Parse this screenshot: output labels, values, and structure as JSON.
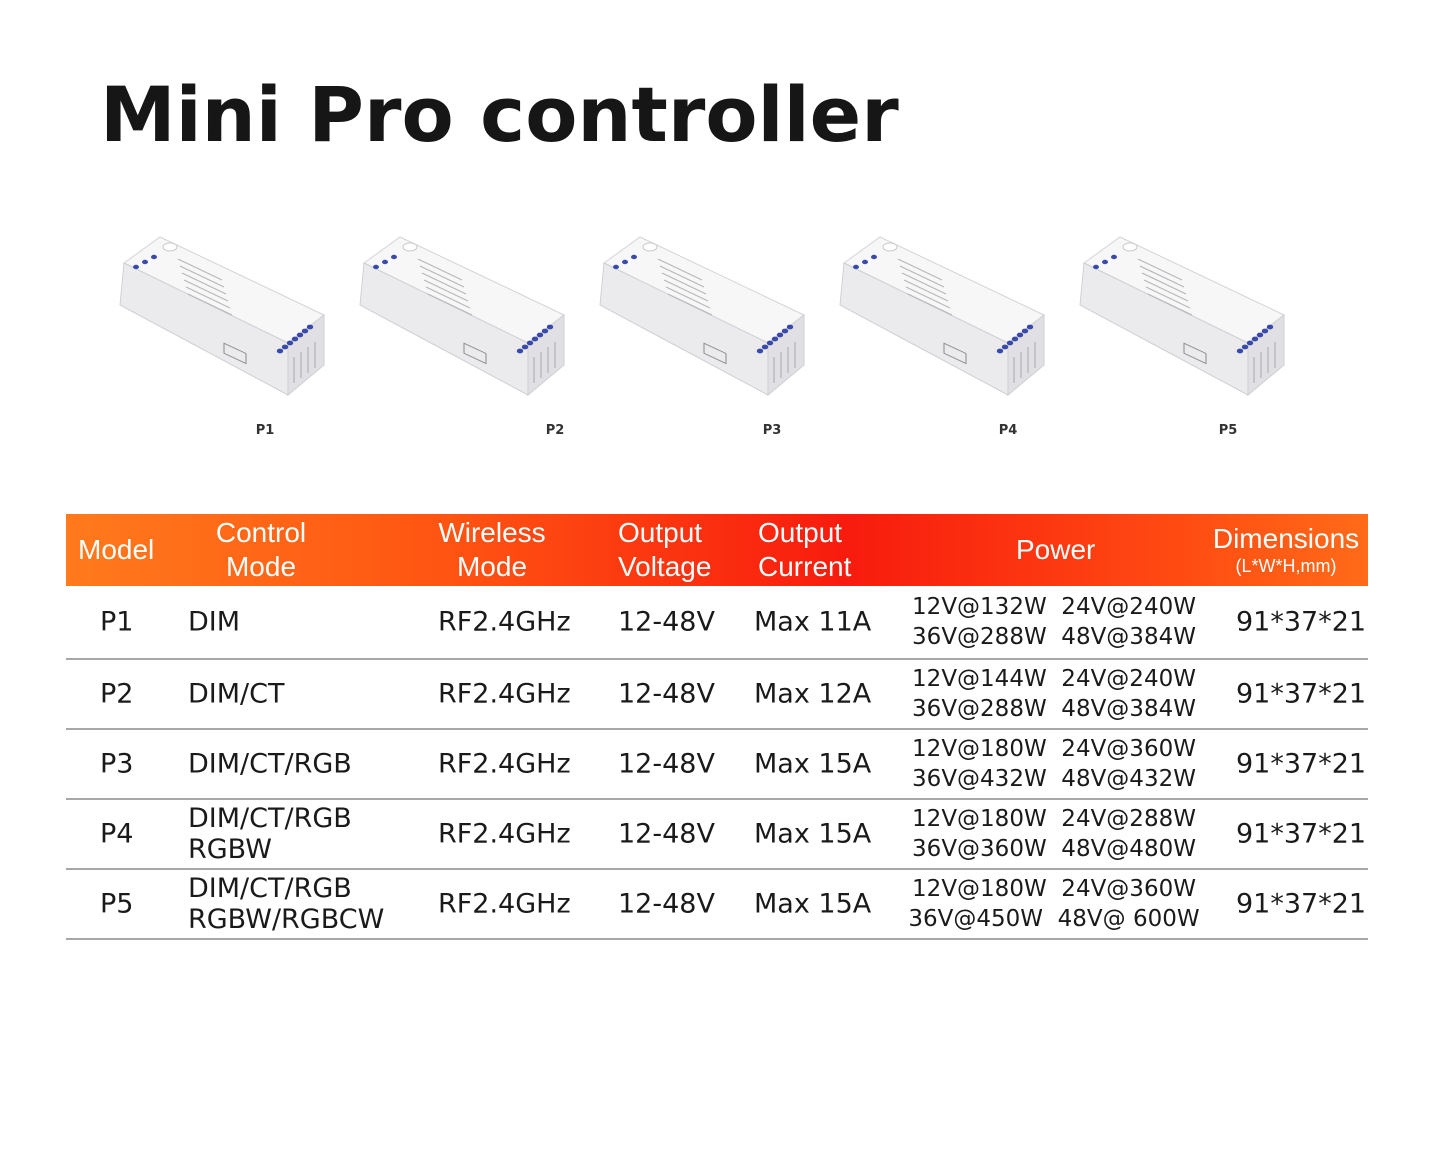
{
  "title": "Mini Pro controller",
  "products": [
    {
      "label": "P1"
    },
    {
      "label": "P2"
    },
    {
      "label": "P3"
    },
    {
      "label": "P4"
    },
    {
      "label": "P5"
    }
  ],
  "table": {
    "headers": {
      "model": "Model",
      "control_mode_1": "Control",
      "control_mode_2": "Mode",
      "wireless_mode_1": "Wireless",
      "wireless_mode_2": "Mode",
      "output_voltage_1": "Output",
      "output_voltage_2": "Voltage",
      "output_current_1": "Output",
      "output_current_2": "Current",
      "power": "Power",
      "dimensions": "Dimensions",
      "dimensions_unit": "(L*W*H,mm)"
    },
    "rows": [
      {
        "model": "P1",
        "control": [
          "DIM"
        ],
        "wireless": "RF2.4GHz",
        "voltage": "12-48V",
        "current": "Max 11A",
        "power_1": "12V@132W  24V@240W",
        "power_2": "36V@288W  48V@384W",
        "dimensions": "91*37*21"
      },
      {
        "model": "P2",
        "control": [
          "DIM/CT"
        ],
        "wireless": "RF2.4GHz",
        "voltage": "12-48V",
        "current": "Max 12A",
        "power_1": "12V@144W  24V@240W",
        "power_2": "36V@288W  48V@384W",
        "dimensions": "91*37*21"
      },
      {
        "model": "P3",
        "control": [
          "DIM/CT/RGB"
        ],
        "wireless": "RF2.4GHz",
        "voltage": "12-48V",
        "current": "Max 15A",
        "power_1": "12V@180W  24V@360W",
        "power_2": "36V@432W  48V@432W",
        "dimensions": "91*37*21"
      },
      {
        "model": "P4",
        "control": [
          "DIM/CT/RGB",
          "RGBW"
        ],
        "wireless": "RF2.4GHz",
        "voltage": "12-48V",
        "current": "Max 15A",
        "power_1": "12V@180W  24V@288W",
        "power_2": "36V@360W  48V@480W",
        "dimensions": "91*37*21"
      },
      {
        "model": "P5",
        "control": [
          "DIM/CT/RGB",
          "RGBW/RGBCW"
        ],
        "wireless": "RF2.4GHz",
        "voltage": "12-48V",
        "current": "Max 15A",
        "power_1": "12V@180W  24V@360W",
        "power_2": "36V@450W  48V@ 600W",
        "dimensions": "91*37*21"
      }
    ]
  },
  "colors": {
    "header_gradient_start": "#ff7a1c",
    "header_gradient_mid": "#f81b0e",
    "row_divider": "#a8a8a8",
    "terminal_blue": "#3a4aa8"
  }
}
